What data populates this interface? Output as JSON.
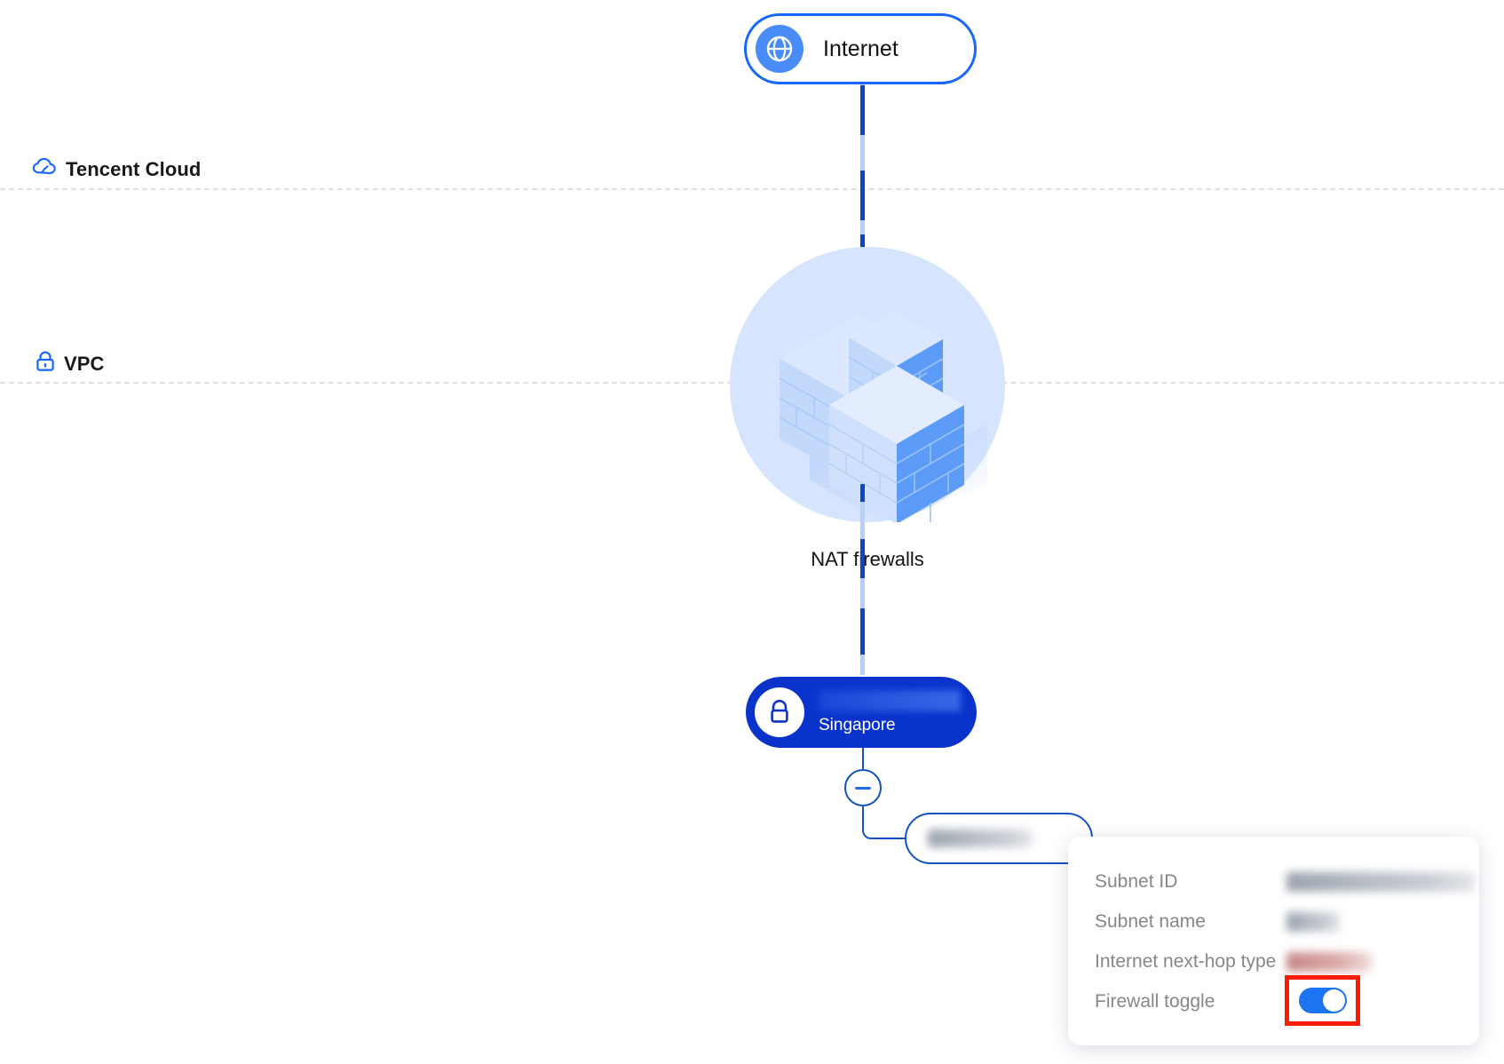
{
  "zones": [
    {
      "id": "tencent-cloud",
      "label": "Tencent Cloud",
      "icon": "cloud-icon"
    },
    {
      "id": "vpc",
      "label": "VPC",
      "icon": "lock-icon"
    }
  ],
  "nodes": {
    "internet": {
      "label": "Internet",
      "icon": "globe-icon"
    },
    "firewall": {
      "caption": "NAT firewalls",
      "icon": "brick-wall-icon"
    },
    "region": {
      "label": "Singapore",
      "icon": "lock-icon",
      "title_redacted": true
    },
    "subnet": {
      "label": "",
      "redacted": true
    }
  },
  "collapse_button": {
    "icon": "minus-circle-icon",
    "label": ""
  },
  "detail_panel": {
    "rows": [
      {
        "label": "Subnet ID",
        "value": "",
        "redacted": true
      },
      {
        "label": "Subnet name",
        "value": "",
        "redacted": true
      },
      {
        "label": "Internet next-hop type",
        "value": "",
        "redacted": true
      },
      {
        "label": "Firewall toggle",
        "value": "on",
        "redacted": false
      }
    ],
    "firewall_toggle": {
      "state": "on"
    }
  },
  "colors": {
    "accent_blue": "#1966ff",
    "deep_blue": "#0a33cc",
    "line_blue": "#1553c4",
    "light_blue": "#b7d0fe",
    "disc_blue": "#d6e4fe",
    "toggle_blue": "#1b74f0",
    "highlight_red": "#ff1a00",
    "dashed_gray": "#dcdfe6",
    "label_gray": "#86868b"
  }
}
